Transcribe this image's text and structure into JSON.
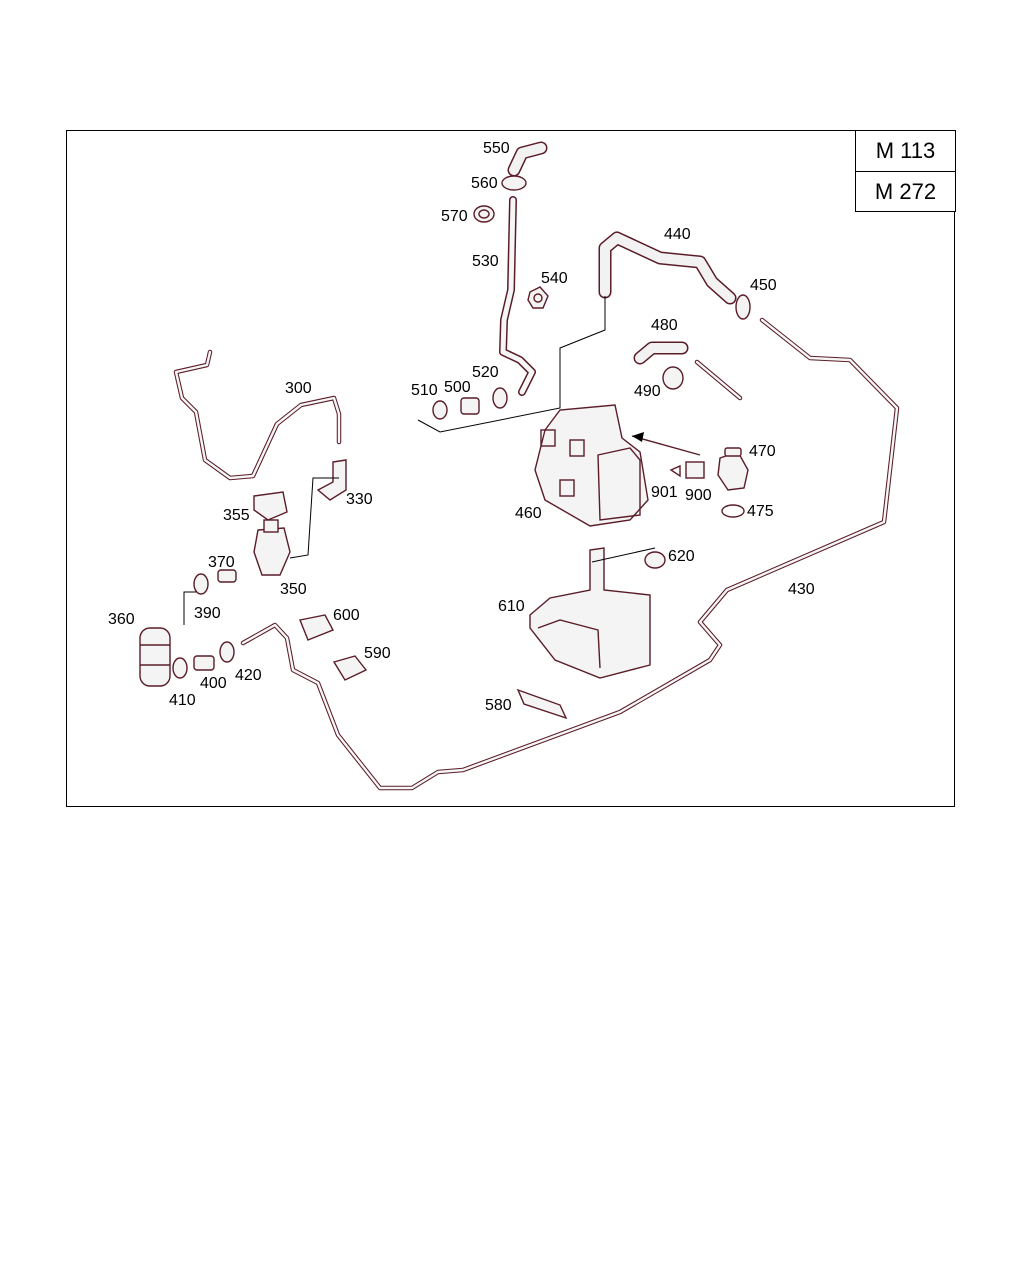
{
  "engines": [
    "M 113",
    "M 272"
  ],
  "labels": {
    "p550": "550",
    "p560": "560",
    "p570": "570",
    "p530": "530",
    "p540": "540",
    "p440": "440",
    "p450": "450",
    "p480": "480",
    "p490": "490",
    "p510": "510",
    "p500": "500",
    "p520": "520",
    "p300": "300",
    "p330": "330",
    "p355": "355",
    "p370": "370",
    "p350": "350",
    "p360": "360",
    "p390": "390",
    "p410": "410",
    "p400": "400",
    "p420": "420",
    "p460": "460",
    "p470": "470",
    "p901": "901",
    "p900": "900",
    "p475": "475",
    "p620": "620",
    "p610": "610",
    "p600": "600",
    "p590": "590",
    "p580": "580",
    "p430": "430"
  }
}
